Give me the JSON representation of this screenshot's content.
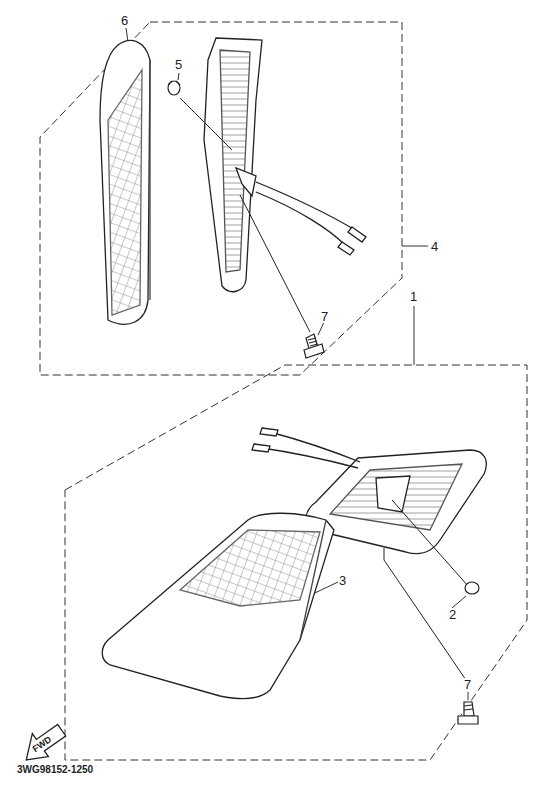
{
  "diagram": {
    "labels": [
      "4",
      "6",
      "5",
      "7",
      "1",
      "2",
      "3",
      "7",
      "FWD",
      "3WG98152-1250"
    ]
  }
}
